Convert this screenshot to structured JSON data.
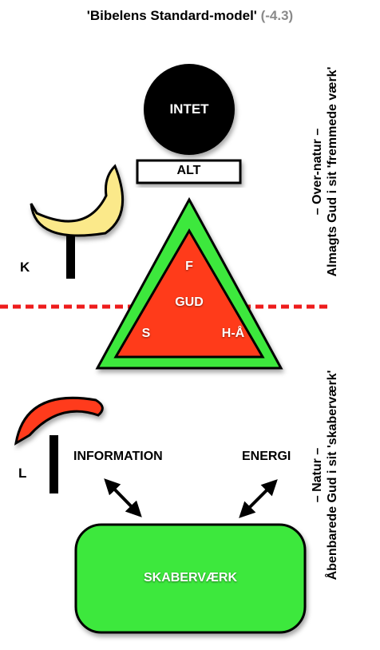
{
  "title": {
    "main": "'Bibelens Standard-model'",
    "ref": "(-4.3)"
  },
  "side_labels": {
    "upper_line1": "– Over-natur –",
    "upper_line2": "Almagts Gud i sit 'fremmede værk'",
    "lower_line1": "– Natur –",
    "lower_line2": "Åbenbarede Gud i sit 'skaberværk'"
  },
  "nodes": {
    "intet": "INTET",
    "alt": "ALT",
    "gud": "GUD",
    "f": "F",
    "s": "S",
    "ha": "H-Å",
    "information": "INFORMATION",
    "energi": "ENERGI",
    "skabervaerk": "SKABERVÆRK"
  },
  "symbols": {
    "k": "K",
    "l": "L"
  },
  "colors": {
    "green": "#3ee83e",
    "red": "#ff3b1a",
    "yellow": "#fbe98a",
    "divider": "#ee1c1c",
    "black": "#000000"
  }
}
